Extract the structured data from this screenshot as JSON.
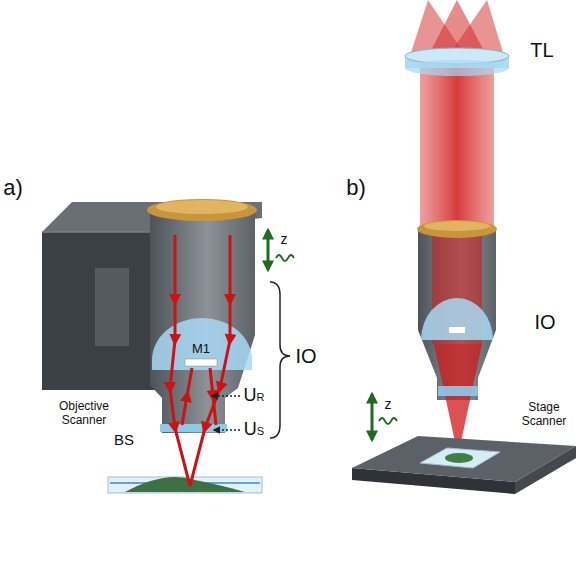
{
  "diagram": {
    "labels": [
      "a)",
      "b)",
      "TL",
      "IO",
      "M1",
      "UR",
      "US",
      "BS",
      "Objective Scanner",
      "z",
      "IO",
      "z",
      "Stage Scanner"
    ]
  }
}
